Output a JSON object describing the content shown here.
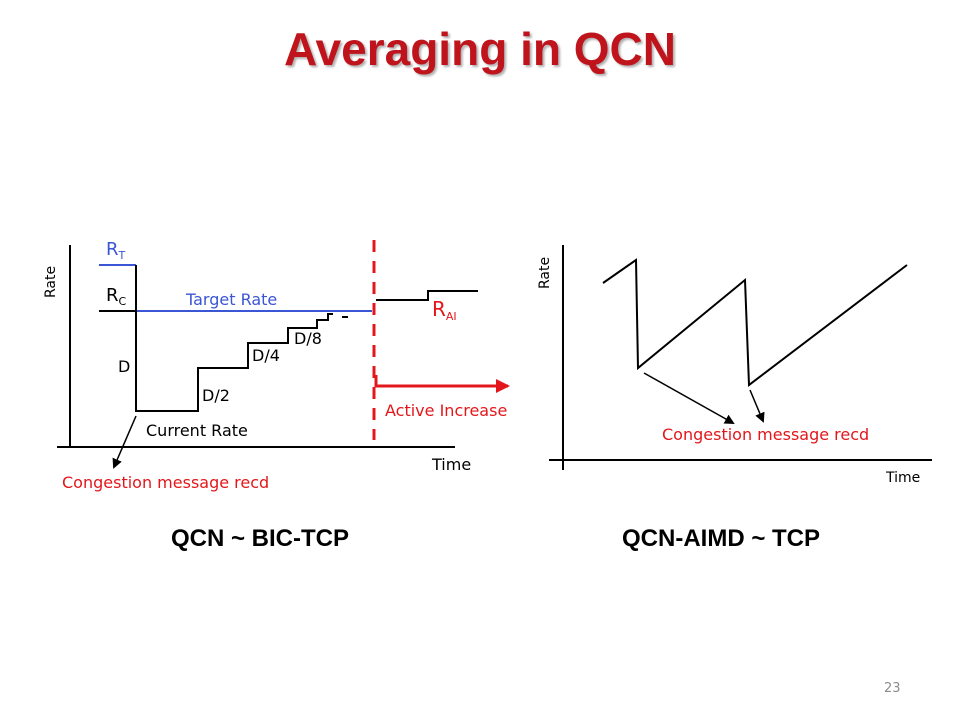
{
  "title": "Averaging in QCN",
  "left_diagram": {
    "axis_y": "Rate",
    "axis_x": "Time",
    "rt_main": "R",
    "rt_sub": "T",
    "rc_main": "R",
    "rc_sub": "C",
    "target_rate": "Target Rate",
    "rai_main": "R",
    "rai_sub": "AI",
    "d": "D",
    "d2": "D/2",
    "d4": "D/4",
    "d8": "D/8",
    "current_rate": "Current Rate",
    "active_increase": "Active Increase",
    "congestion": "Congestion message recd",
    "caption": "QCN ~ BIC-TCP"
  },
  "right_diagram": {
    "axis_y": "Rate",
    "axis_x": "Time",
    "congestion": "Congestion message recd",
    "caption": "QCN-AIMD ~ TCP"
  },
  "page_number": "23",
  "colors": {
    "title": "#c0141c",
    "target_blue": "#3a56d4",
    "accent_red": "#e3171b"
  }
}
